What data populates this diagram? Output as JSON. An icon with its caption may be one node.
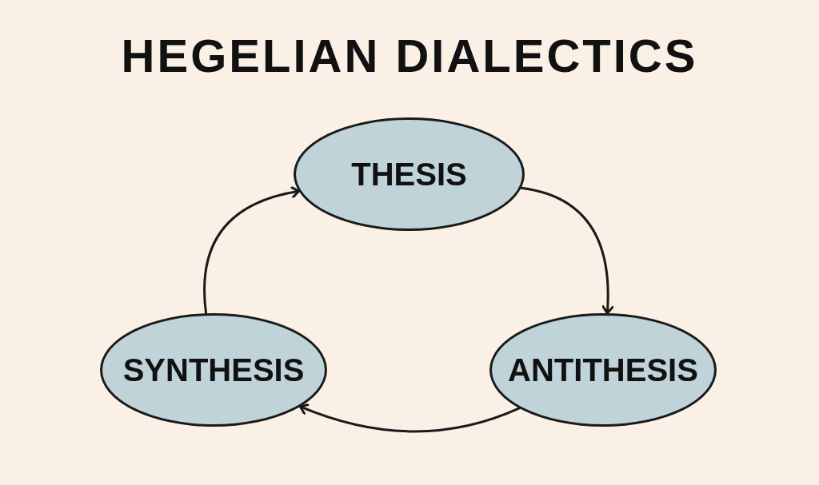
{
  "diagram": {
    "title": "HEGELIAN DIALECTICS",
    "nodes": [
      {
        "text": [
          "THESIS"
        ]
      },
      {
        "text": [
          "ANTITHESIS"
        ]
      },
      {
        "text": [
          "SYNTHESIS"
        ]
      }
    ],
    "edges": [
      {
        "from": 0,
        "to": 1,
        "arrow": "to"
      },
      {
        "from": 1,
        "to": 2,
        "arrow": "to"
      },
      {
        "from": 2,
        "to": 0,
        "arrow": "to"
      }
    ]
  }
}
